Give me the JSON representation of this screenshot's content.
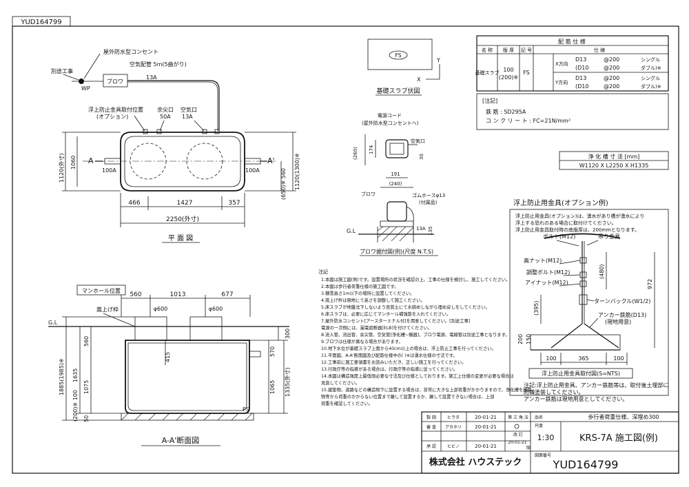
{
  "drawing_number_tab": "YUD164799",
  "plan": {
    "outlet_label": "屋外防水型コンセント",
    "separate_work": "別途工事",
    "wp": "WP",
    "blower": "ブロワ",
    "air_pipe": "空気配管  5m(5曲がり)",
    "pipe_13a": "13A",
    "float_stop_position": "浮上防止金具取付位置",
    "float_stop_option": "(オプション)",
    "inlet": "余尖口",
    "inlet_size": "50A",
    "air_port": "空気口",
    "air_port_size": "13A",
    "mark_a": "A",
    "mark_a_prime": "A'",
    "pipe_100a_left": "100A",
    "pipe_100a_right": "100A",
    "dim_1120": "1120(外寸)",
    "dim_1060": "1060",
    "dim_1120_1300": "1120(1300)※",
    "dim_650_560": "(650)※ 560",
    "dim_466": "466",
    "dim_1427": "1427",
    "dim_357": "357",
    "dim_2250": "2250(外寸)",
    "title": "平 面 図"
  },
  "slab_plan": {
    "fs": "FS",
    "x": "X",
    "y": "Y",
    "title": "基礎スラブ伏図"
  },
  "blower_detail": {
    "power_cord": "電源コード",
    "outlet_note": "(屋外防水型コンセントへ)",
    "air_port": "空気口",
    "dim_260": "(260)",
    "dim_174": "174",
    "dim_30": "30",
    "dim_191": "191",
    "dim_240": "(240)",
    "blower": "ブロワ",
    "rubber_hose": "ゴムホースφ13",
    "accessory": "(付属品)",
    "gl": "G.L",
    "pipe_13a": "13A",
    "dim_135": "135",
    "title": "ブロワ据付図(例)(尺度 N.T.S)"
  },
  "spec_table": {
    "title": "配 筋 仕 様",
    "headers": [
      "名 称",
      "版 厚",
      "記 号",
      "仕 様"
    ],
    "name": "基礎スラブ",
    "thickness": "100",
    "thickness_alt": "(200)※",
    "symbol": "FS",
    "rows": [
      {
        "dir": "X方向",
        "bar": "D13",
        "pitch": "@200",
        "type": "シングル"
      },
      {
        "dir": "",
        "bar": "(D10",
        "pitch": "@200",
        "type": "ダブル)※"
      },
      {
        "dir": "Y方向",
        "bar": "D13",
        "pitch": "@200",
        "type": "シングル"
      },
      {
        "dir": "",
        "bar": "(D10",
        "pitch": "@200",
        "type": "ダブル)※"
      }
    ],
    "notes_title": "[注記]",
    "note_steel": "鉄         筋 : SD295A",
    "note_concrete": "コ ン ク リ ー ト : FC=21N/mm²"
  },
  "tank_size": {
    "title": "浄 化 槽 寸 法 [mm]",
    "value": "W1120 X L2250 X H1335"
  },
  "float_stop": {
    "title": "浮上防止用金具(オプション例)",
    "note_lines": [
      "浮上防止用金具(オプション)は、湧水があり槽が湧水により",
      "浮上する恐れのある場合に取付けてください。",
      "浮上防止用金具取付時の底版厚は、200mmとなります。"
    ],
    "bolt": "ボルト(M12)",
    "hanger": "吊り金具",
    "high_nut": "高ナット(M12)",
    "adjust_bolt": "調整ボルト(M12)",
    "eye_nut": "アイナット(M12)",
    "turnbuckle": "ターンバックル(W1/2)",
    "anchor_rebar": "アンカー鉄筋(D13)",
    "anchor_local": "(現地用意)",
    "dim_480": "(480)",
    "dim_972": "972",
    "dim_395": "(395)",
    "dim_200": "200",
    "dim_150": "150",
    "dim_100a": "100",
    "dim_365": "365",
    "dim_100b": "100",
    "caption": "浮上防止用金具取付図(S=NTS)",
    "remarks": [
      "注記:浮上防止用金具、アンカー鉄筋等は、取付後土埋部に",
      "      防錆塗装してください。",
      "      アンカー鉄筋は現地用意としてください。"
    ]
  },
  "section": {
    "manhole_position": "マンホール位置",
    "dim_560": "560",
    "dim_1013": "1013",
    "dim_677": "677",
    "phi600_left": "φ600",
    "phi600_right": "φ600",
    "raise_frame": "嵩上げ枠",
    "gl": "G.L",
    "dim_300": "300",
    "dim_560v": "560",
    "dim_415": "415",
    "dim_570": "570",
    "dim_1885": "1885(1985)※",
    "dim_1635": "1635",
    "dim_1075": "1075",
    "dim_1335": "1335(外寸)",
    "dim_1065": "1065",
    "dim_200_100": "(200)※ 100",
    "dim_50": "50",
    "fs": "FS",
    "title": "A-A'断面図"
  },
  "general_notes": {
    "title": "注記",
    "items": [
      "1.本図は施工図(例)です。設置場所の状況を確認の上、工事の仕様を検討し、施工してください。",
      "2.本図は歩行者荷重仕様の施工図です。",
      "3.積雪高さ1m以下の場所に設置してください。",
      "4.嵩上げ枠は現地にて高さを調整して施工ください。",
      "5.床スラブが地盤沈下しないよう良質土にて水締めしながら埋め戻しをしてください。",
      "6.床スラブは、必要に応じてマンホール補強筋を入れてください。",
      "7.屋外防水コンセント[アースターミナル付]を用意してください。[別途工事]",
      "   電源の一次側には、漏電遮断器[ELB]を付けてください。",
      "8.流入管、流出管、余尖管、空気管[浄化槽~機器]、ブロワ電源、電線管は別途工事となります。",
      "9.ブロワは仕様が異なる場合があります。",
      "10.地下水位が基礎スラブ上面から40cm以上の場合は、浮上防止工事を行ってください。",
      "11.平面図、A-A'断面図及び配筋仕様中の(  )※は湧水仕様の寸法です。",
      "12.工事前に施工要領書をお読みいただき、正しい施工を行ってください。",
      "13.行政庁等の指導がある場合は、行政庁等の指導に従ってください。",
      "14.本図は構造強度上最低限必要な寸法及び仕様としております。施工上仕様の変更が必要な場合は",
      "   見直してください。",
      "15.建築物、道路などの構造物下に設置する場合は、非常に大きな上部荷重がかかりますので、浄化槽を建築",
      "   物等から荷重のかからない位置まで離して設置するか、離して設置できない場合は、上部",
      "   荷重を確認してください。"
    ]
  },
  "title_block": {
    "row_labels": [
      "製 図",
      "審 査",
      "承 認"
    ],
    "names": [
      "ヒラタ",
      "アカホリ",
      "ヒビノ"
    ],
    "dates": [
      "20-01-21",
      "20-01-21",
      "20-01-21"
    ],
    "projection_label": "第 三 角 法",
    "name_label": "品名",
    "spec": "歩行者荷重仕様、深埋め300",
    "scale_label": "尺度",
    "scale": "1:30",
    "revision_label": "改 訂",
    "revision_date": "20-01-21",
    "revision_note": "版",
    "model": "KRS-7A 施工図(例)",
    "company": "株式会社 ハウステック",
    "drawing_no_label": "図面番号",
    "drawing_no": "YUD164799"
  }
}
